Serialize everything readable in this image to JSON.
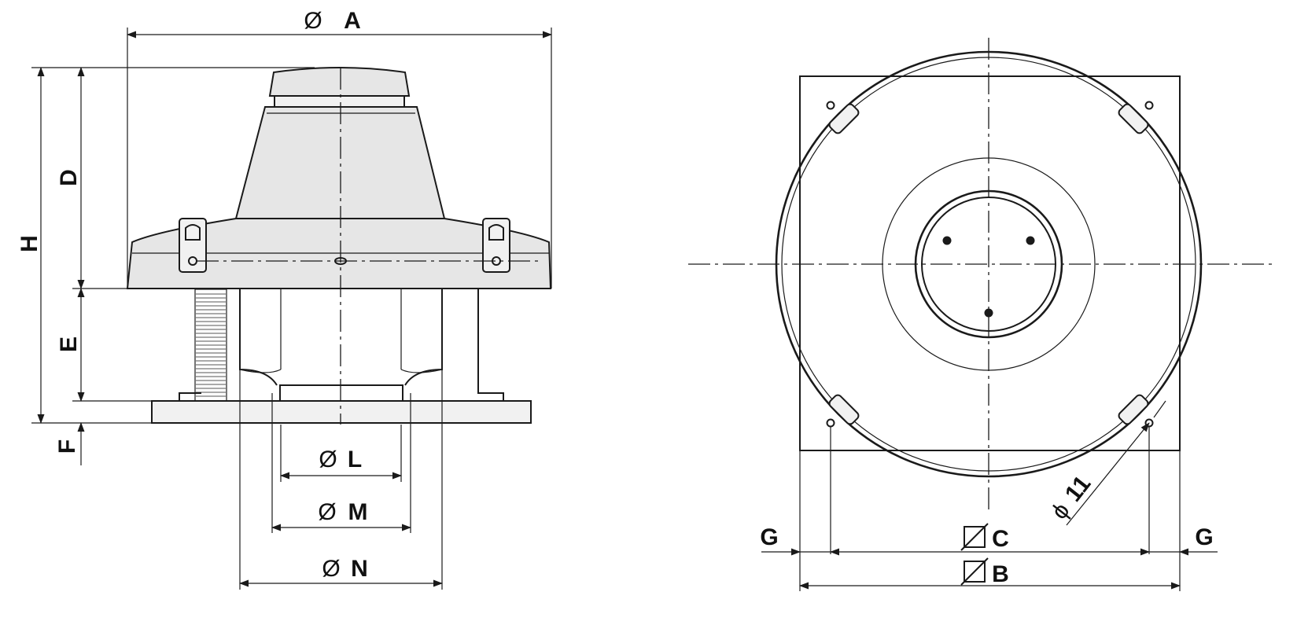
{
  "colors": {
    "line": "#1a1a1a",
    "body": "#e6e6e6",
    "background": "#ffffff"
  },
  "side_view": {
    "dims": {
      "A": "A",
      "H": "H",
      "D": "D",
      "E": "E",
      "F": "F",
      "L": "L",
      "M": "M",
      "N": "N"
    },
    "diameter_symbol": "Ø"
  },
  "top_view": {
    "dims": {
      "C": "C",
      "B": "B",
      "G_left": "G",
      "G_right": "G",
      "hole": "11"
    },
    "square_symbol": "square-symbol",
    "hole_symbol": "ϕ"
  }
}
